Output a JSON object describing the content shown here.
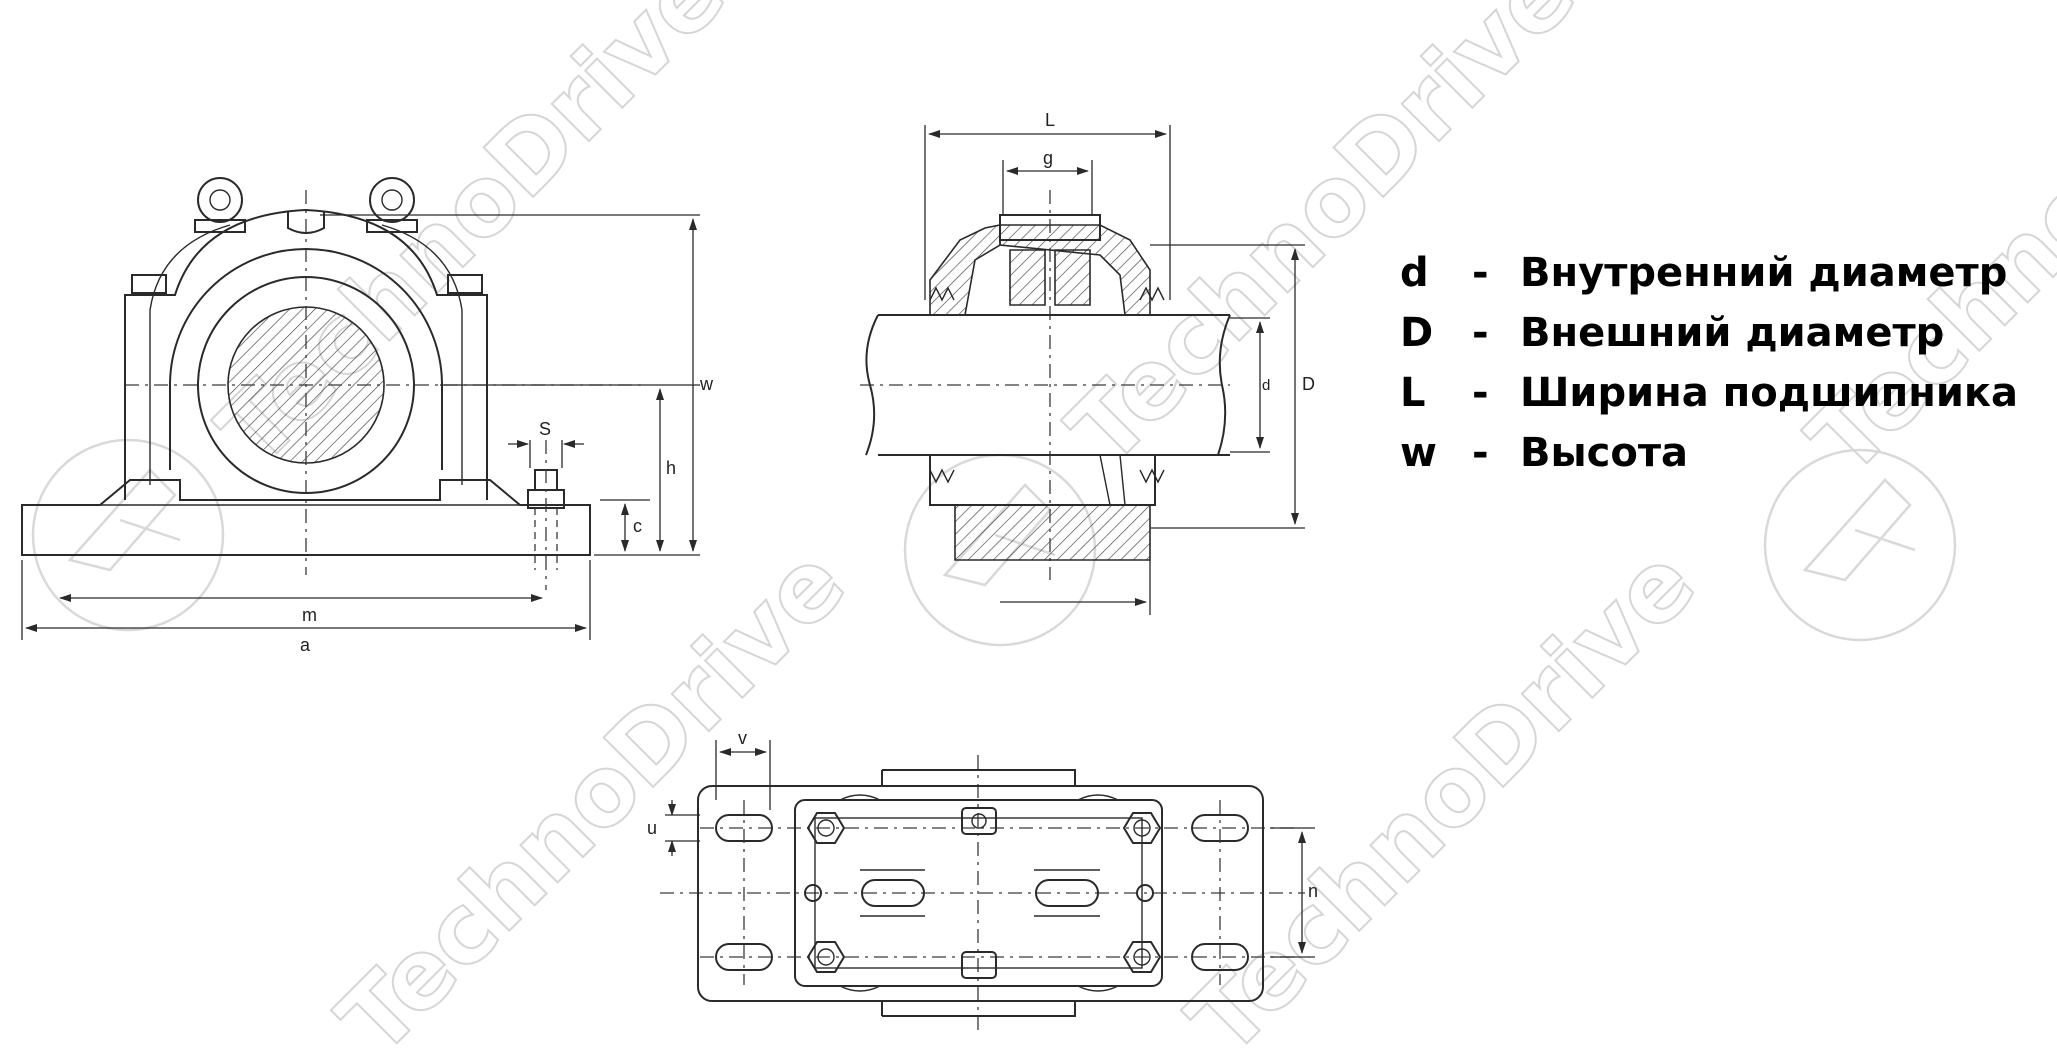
{
  "watermark": {
    "text": "TechnoDrive"
  },
  "dimensions": {
    "front": {
      "a": "a",
      "m": "m",
      "s": "S",
      "c": "c",
      "h": "h",
      "w": "w"
    },
    "side": {
      "L": "L",
      "g": "g",
      "d": "d",
      "D": "D"
    },
    "top": {
      "v": "v",
      "u": "u",
      "n": "n"
    }
  },
  "legend": [
    {
      "symbol": "d",
      "separator": "-",
      "description": "Внутренний диаметр"
    },
    {
      "symbol": "D",
      "separator": "-",
      "description": "Внешний диаметр"
    },
    {
      "symbol": "L",
      "separator": "-",
      "description": "Ширина подшипника"
    },
    {
      "symbol": "w",
      "separator": "-",
      "description": "Высота"
    }
  ]
}
